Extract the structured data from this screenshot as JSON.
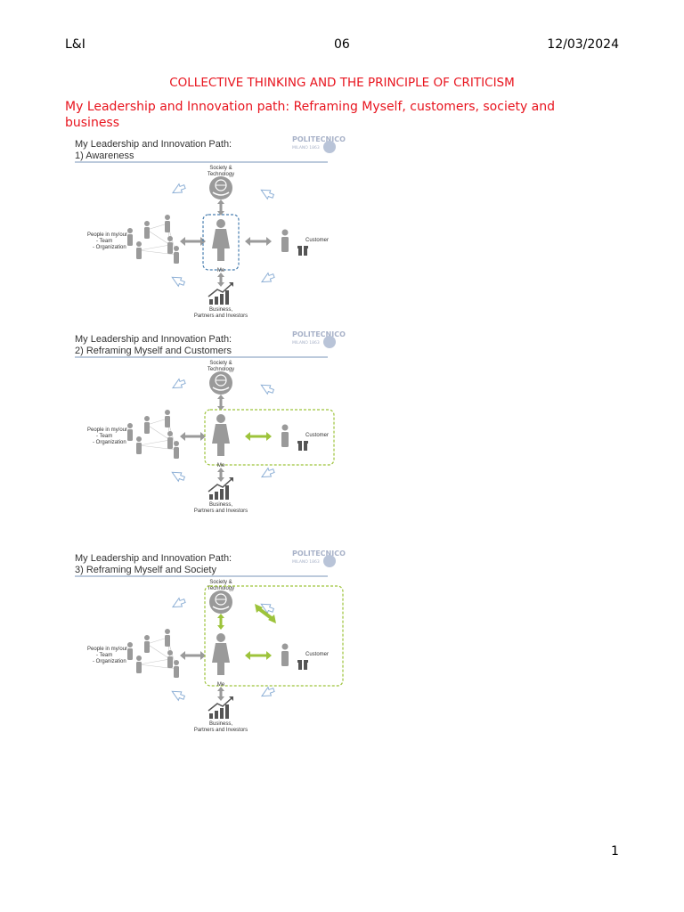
{
  "header": {
    "left": "L&I",
    "center": "06",
    "right": "12/03/2024"
  },
  "title": "COLLECTIVE THINKING AND THE PRINCIPLE OF CRITICISM",
  "subtitle": "My Leadership and Innovation path: Reframing Myself, customers, society and business",
  "page_number": "1",
  "colors": {
    "heading_red": "#e8141e",
    "highlight_green": "#9dc33b",
    "focus_blue": "#4a7fb0",
    "icon_grey": "#9a9a9a"
  },
  "slide_common": {
    "title_line1": "My Leadership and Innovation Path:",
    "society_line1": "Society &",
    "society_line2": "Technology",
    "people_line1": "People in my/our",
    "people_line2": "- Team",
    "people_line3": "- Organization",
    "customer": "Customer",
    "me": "Me",
    "business_line1": "Business,",
    "business_line2": "Partners and Investors",
    "logo_text": "POLITECNICO",
    "logo_sub": "MILANO 1863"
  },
  "slides": [
    {
      "subtitle": "1) Awareness"
    },
    {
      "subtitle": "2) Reframing Myself and Customers"
    },
    {
      "subtitle": "3) Reframing Myself and Society"
    }
  ]
}
